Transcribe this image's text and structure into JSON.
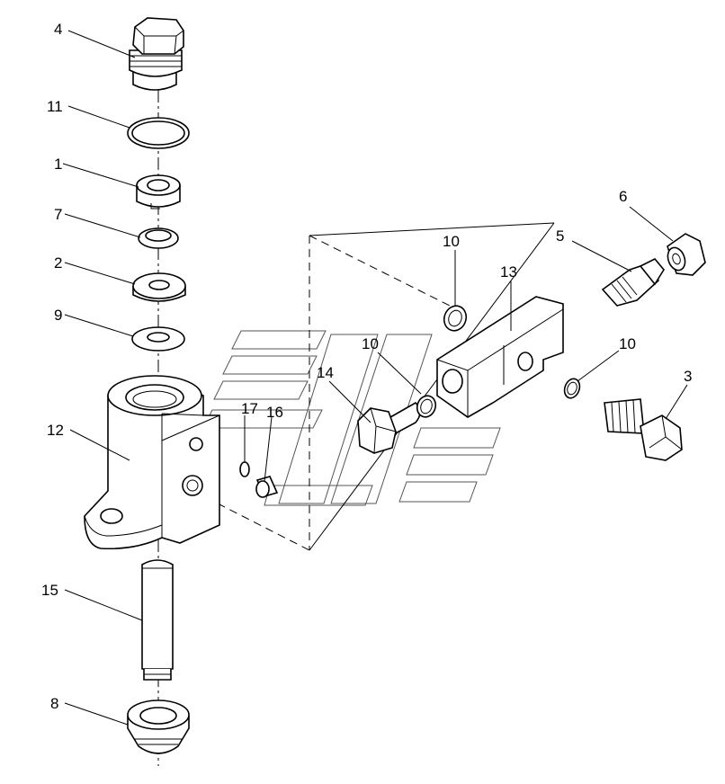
{
  "callouts": [
    {
      "id": "c4",
      "text": "4"
    },
    {
      "id": "c11",
      "text": "11"
    },
    {
      "id": "c1",
      "text": "1"
    },
    {
      "id": "c7",
      "text": "7"
    },
    {
      "id": "c2",
      "text": "2"
    },
    {
      "id": "c9",
      "text": "9"
    },
    {
      "id": "c12",
      "text": "12"
    },
    {
      "id": "c15",
      "text": "15"
    },
    {
      "id": "c8",
      "text": "8"
    },
    {
      "id": "c17",
      "text": "17"
    },
    {
      "id": "c16",
      "text": "16"
    },
    {
      "id": "c14",
      "text": "14"
    },
    {
      "id": "c10a",
      "text": "10"
    },
    {
      "id": "c10b",
      "text": "10"
    },
    {
      "id": "c10c",
      "text": "10"
    },
    {
      "id": "c13",
      "text": "13"
    },
    {
      "id": "c5",
      "text": "5"
    },
    {
      "id": "c6",
      "text": "6"
    },
    {
      "id": "c3",
      "text": "3"
    }
  ]
}
